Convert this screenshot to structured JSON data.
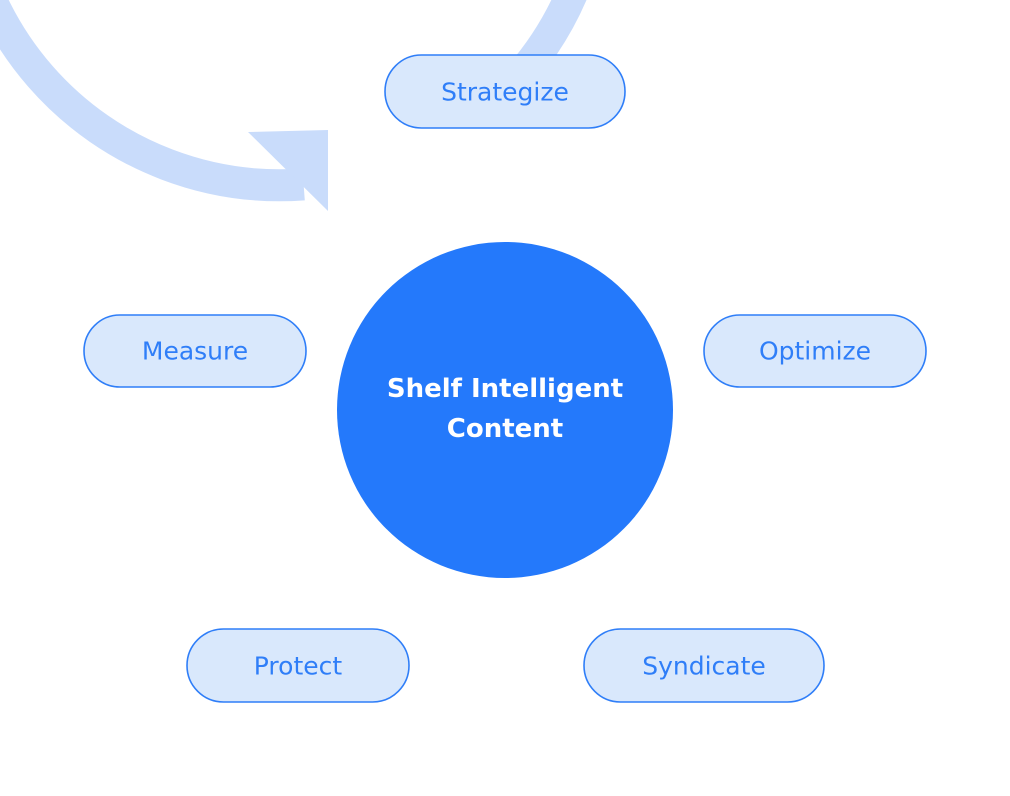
{
  "diagram": {
    "center": {
      "line1": "Shelf Intelligent",
      "line2": "Content"
    },
    "stages": [
      {
        "label": "Strategize"
      },
      {
        "label": "Optimize"
      },
      {
        "label": "Syndicate"
      },
      {
        "label": "Protect"
      },
      {
        "label": "Measure"
      }
    ],
    "colors": {
      "ring": "#c9dcfb",
      "center_fill": "#2479fb",
      "pill_fill": "#d9e8fc",
      "pill_stroke": "#2f7ef8",
      "pill_text": "#2f7ef8",
      "center_text": "#ffffff"
    },
    "arrow_direction": "clockwise"
  }
}
